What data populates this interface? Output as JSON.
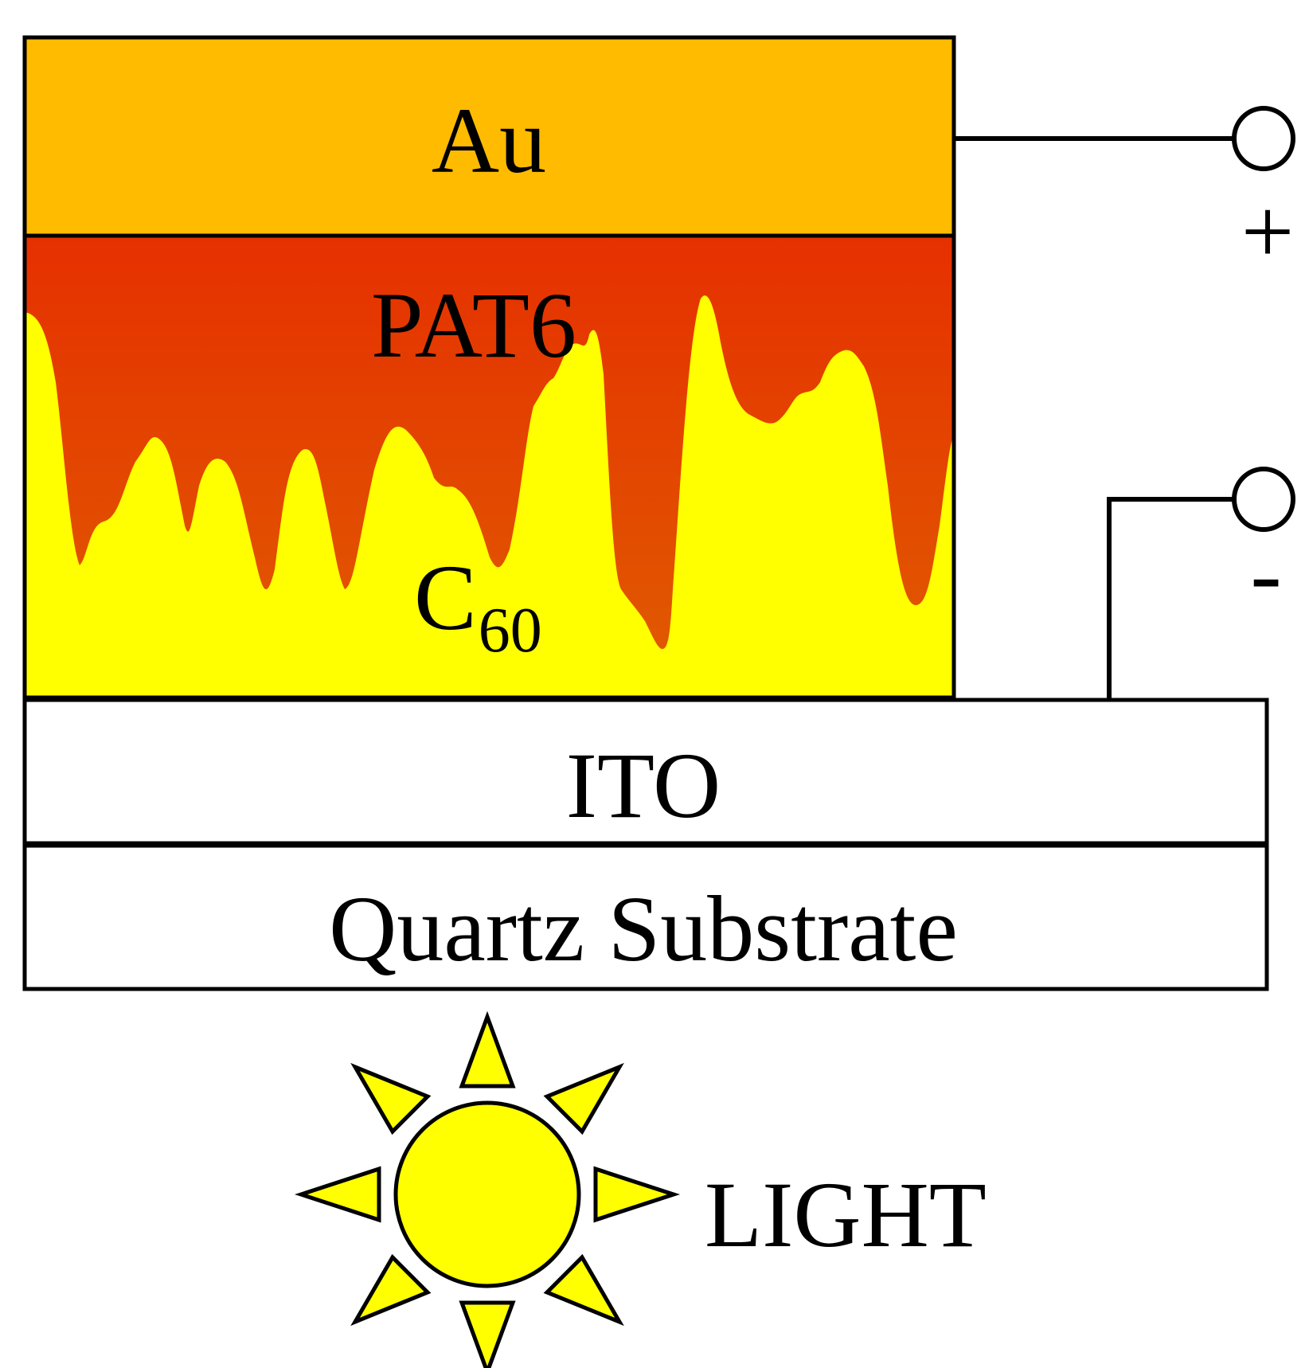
{
  "layers": {
    "au": {
      "label": "Au",
      "color": "#ffbb00"
    },
    "pat6": {
      "label": "PAT6",
      "color_top": "#e63000",
      "color_bottom": "#e05c00"
    },
    "c60": {
      "label": "C",
      "subscript": "60",
      "color": "#ffff00"
    },
    "ito": {
      "label": "ITO",
      "color": "#ffffff"
    },
    "substrate": {
      "label": "Quartz Substrate",
      "color": "#ffffff"
    }
  },
  "terminals": {
    "positive": {
      "symbol": "+"
    },
    "negative": {
      "symbol": "-"
    }
  },
  "light": {
    "label": "LIGHT",
    "sun_color": "#ffff00"
  }
}
